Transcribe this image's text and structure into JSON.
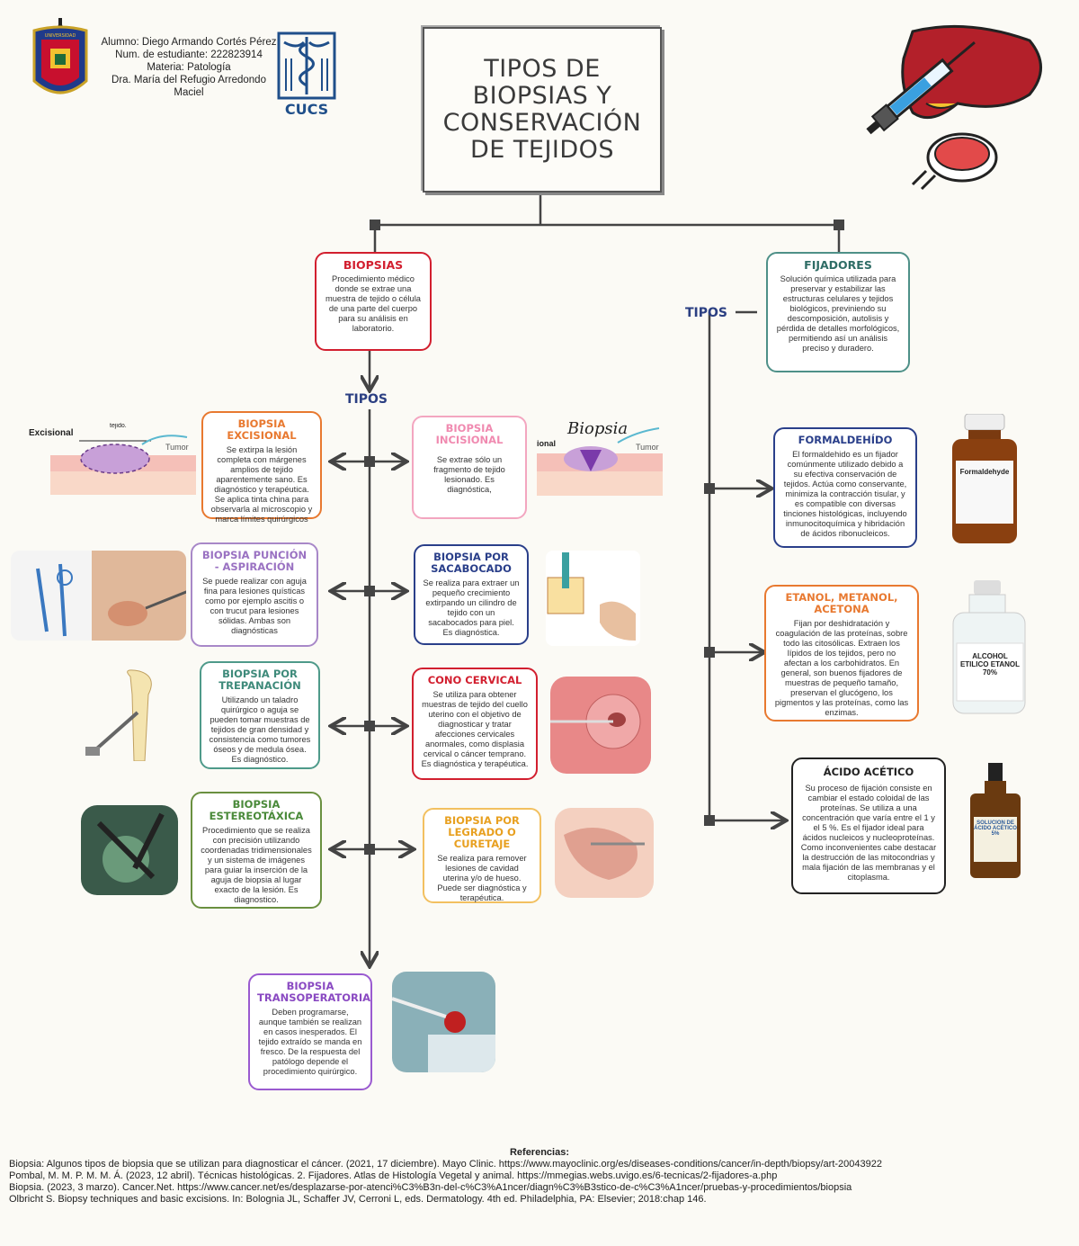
{
  "header": {
    "student": "Alumno: Diego Armando Cortés Pérez",
    "student_number": "Num. de estudiante: 222823914",
    "subject": "Materia: Patología",
    "teacher": "Dra. María del Refugio Arredondo Maciel",
    "cucs_label": "CUCS"
  },
  "title": "TIPOS DE BIOPSIAS Y CONSERVACIÓN DE TEJIDOS",
  "biopsias": {
    "title": "BIOPSIAS",
    "text": "Procedimiento médico donde se extrae una muestra de tejido o célula de una parte del cuerpo para su análisis en laboratorio.",
    "tipos_label": "TIPOS",
    "types": {
      "excisional": {
        "title": "BIOPSIA EXCISIONAL",
        "text": "Se extirpa la lesión completa con márgenes amplios de tejido aparentemente sano. Es diagnóstico y terapéutica. Se aplica tinta china para observarla al microscopio y marca límites quirúrgicos"
      },
      "incisional": {
        "title": "BIOPSIA INCISIONAL",
        "text": "Se extrae sólo un fragmento de tejido lesionado. Es diagnóstica,"
      },
      "puncion": {
        "title": "BIOPSIA PUNCIÓN - ASPIRACIÓN",
        "text": "Se puede realizar con aguja fina para lesiones quísticas como por ejemplo ascitis o con trucut para lesiones sólidas. Ambas son diagnósticas"
      },
      "sacabocado": {
        "title": "BIOPSIA POR SACABOCADO",
        "text": "Se realiza para extraer un pequeño crecimiento extirpando un cilindro de tejido con un sacabocados para piel. Es diagnóstica."
      },
      "trepanacion": {
        "title": "BIOPSIA POR TREPANACIÓN",
        "text": "Utilizando un taladro quirúrgico o aguja se pueden tomar muestras de tejidos de gran densidad y consistencia como tumores óseos y de medula ósea. Es diagnóstico."
      },
      "cono": {
        "title": "CONO CERVICAL",
        "text": "Se utiliza para obtener muestras de tejido del cuello uterino con el objetivo de diagnosticar y tratar afecciones cervicales anormales, como displasia cervical o cáncer temprano. Es diagnóstica y terapéutica."
      },
      "estereotaxica": {
        "title": "BIOPSIA ESTEREOTÁXICA",
        "text": "Procedimiento que se realiza con precisión utilizando coordenadas tridimensionales y un sistema de imágenes para guiar la inserción de la aguja de biopsia al lugar exacto de la lesión. Es diagnostico."
      },
      "legrado": {
        "title": "BIOPSIA POR LEGRADO O CURETAJE",
        "text": "Se realiza para remover lesiones de cavidad uterina y/o de hueso. Puede ser diagnóstica y terapéutica."
      },
      "transoperatoria": {
        "title": "BIOPSIA TRANSOPERATORIA",
        "text": "Deben programarse, aunque también se realizan en casos inesperados. El tejido extraído se manda en fresco. De la respuesta del patólogo depende el procedimiento quirúrgico."
      }
    },
    "image_labels": {
      "excisional": "Excisional",
      "excisional_tejido": "tejido.",
      "tumor": "Tumor",
      "incisional_partial": "ional",
      "biopsia_script": "Biopsia"
    }
  },
  "fijadores": {
    "title": "FIJADORES",
    "text": "Solución química utilizada para preservar y estabilizar las estructuras celulares y tejidos biológicos, previniendo su descomposición, autolisis y pérdida de detalles morfológicos, permitiendo así un análisis preciso y duradero.",
    "tipos_label": "TIPOS",
    "types": {
      "formaldehido": {
        "title": "FORMALDEHÍDO",
        "text": "El formaldehido es un fijador comúnmente utilizado debido a su efectiva conservación de tejidos. Actúa como conservante, minimiza la contracción tisular, y es compatible con diversas tinciones histológicas, incluyendo inmunocitoquímica y hibridación de ácidos ribonucleicos."
      },
      "etanol": {
        "title": "ETANOL, METANOL, ACETONA",
        "text": "Fijan por deshidratación y coagulación de las proteínas, sobre todo las citosólicas. Extraen los lípidos de los tejidos, pero no afectan a los carbohidratos. En general, son buenos fijadores de muestras de pequeño tamaño, preservan el glucógeno, los pigmentos y las proteínas, como las enzimas."
      },
      "acetico": {
        "title": "ÁCIDO ACÉTICO",
        "text": "Su proceso de fijación consiste en cambiar el estado coloidal de las proteínas. Se utiliza a una concentración que varía entre el 1 y el 5 %. Es el fijador ideal para ácidos nucleicos y nucleoproteínas. Como inconvenientes cabe destacar la destrucción de las mitocondrias y mala fijación de las membranas y el citoplasma."
      }
    },
    "bottle_labels": {
      "formaldehyde": "Formaldehyde",
      "alcohol": "ALCOHOL ETILICO ETANOL 70%",
      "acido": "SOLUCION DE ÁCIDO ACÉTICO 5%"
    }
  },
  "references": {
    "title": "Referencias:",
    "items": [
      "Biopsia: Algunos tipos de biopsia que se utilizan para diagnosticar el cáncer. (2021, 17 diciembre). Mayo Clinic. https://www.mayoclinic.org/es/diseases-conditions/cancer/in-depth/biopsy/art-20043922",
      "Pombal, M. M. P. M. M. Á. (2023, 12 abril). Técnicas histológicas. 2. Fijadores. Atlas de Histología Vegetal y animal. https://mmegias.webs.uvigo.es/6-tecnicas/2-fijadores-a.php",
      "Biopsia. (2023, 3 marzo). Cancer.Net. https://www.cancer.net/es/desplazarse-por-atenci%C3%B3n-del-c%C3%A1ncer/diagn%C3%B3stico-de-c%C3%A1ncer/pruebas-y-procedimientos/biopsia",
      "Olbricht S. Biopsy techniques and basic excisions. In: Bolognia JL, Schaffer JV, Cerroni L, eds. Dermatology. 4th ed. Philadelphia, PA: Elsevier; 2018:chap 146."
    ]
  }
}
